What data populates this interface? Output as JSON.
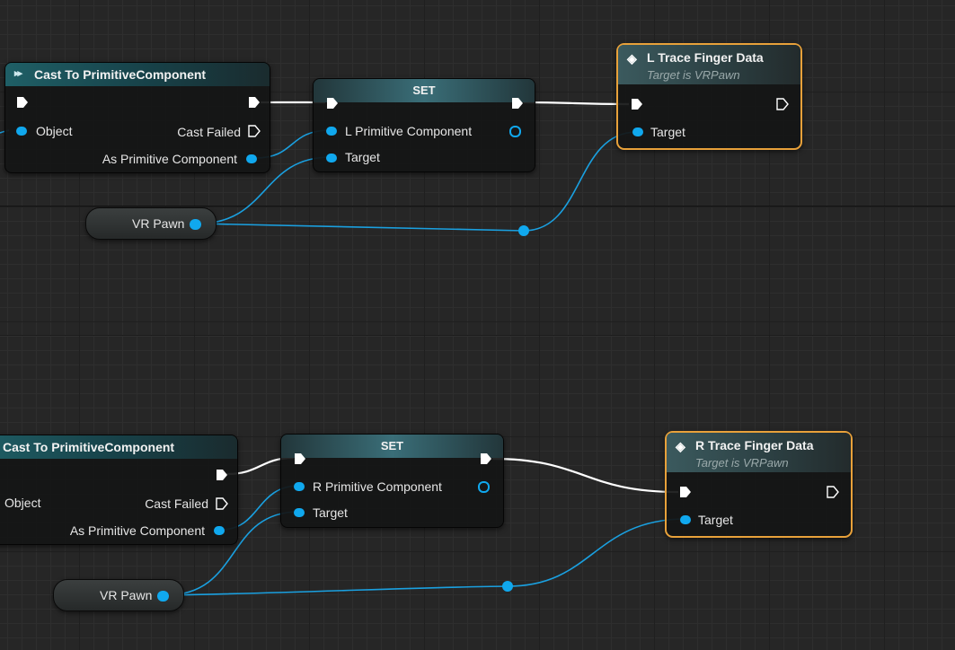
{
  "graph": {
    "row1": {
      "cast_node": {
        "title": "Cast To PrimitiveComponent",
        "pin_object": "Object",
        "pin_cast_failed": "Cast Failed",
        "pin_as_primitive": "As Primitive Component"
      },
      "set_node": {
        "title": "SET",
        "pin_component": "L Primitive Component",
        "pin_target": "Target"
      },
      "var_node": {
        "label": "VR Pawn"
      },
      "func_node": {
        "title": "L Trace Finger Data",
        "subtitle": "Target is VRPawn",
        "pin_target": "Target"
      }
    },
    "row2": {
      "cast_node": {
        "title": "Cast To PrimitiveComponent",
        "pin_object": "Object",
        "pin_cast_failed": "Cast Failed",
        "pin_as_primitive": "As Primitive Component"
      },
      "set_node": {
        "title": "SET",
        "pin_component": "R Primitive Component",
        "pin_target": "Target"
      },
      "var_node": {
        "label": "VR Pawn"
      },
      "func_node": {
        "title": "R Trace Finger Data",
        "subtitle": "Target is VRPawn",
        "pin_target": "Target"
      }
    }
  },
  "colors": {
    "data_pin": "#10a8ee",
    "exec_wire": "#ffffff",
    "function_border": "#e8a13a",
    "cast_header": "#1f5f66"
  },
  "icons": {
    "cast": "cast-arrow-icon",
    "function": "function-diamond-icon",
    "exec": "exec-pin-icon"
  }
}
